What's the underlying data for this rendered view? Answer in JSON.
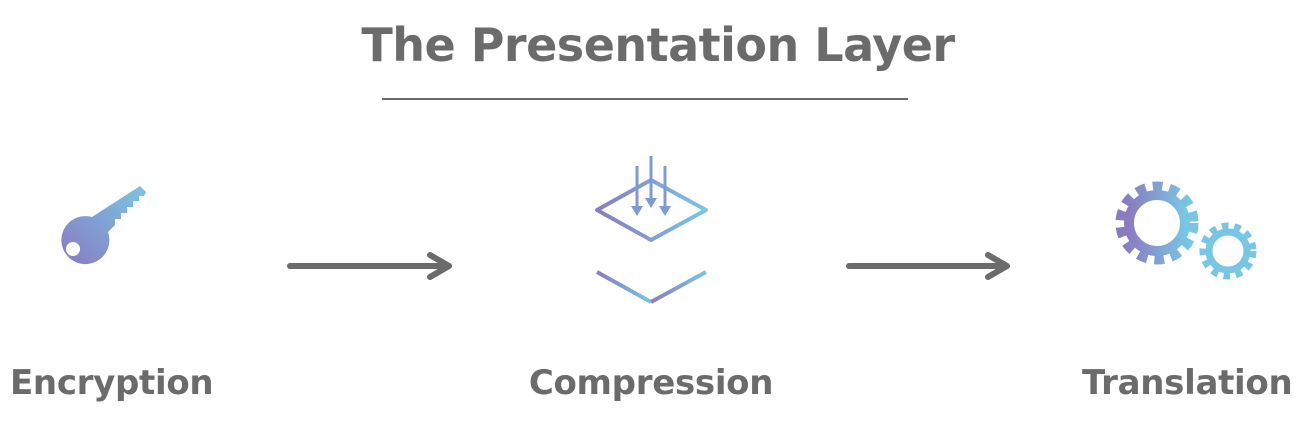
{
  "title": "The Presentation Layer",
  "steps": [
    {
      "label": "Encryption",
      "icon": "key-icon"
    },
    {
      "label": "Compression",
      "icon": "compressed-box-icon"
    },
    {
      "label": "Translation",
      "icon": "gears-icon"
    }
  ],
  "colors": {
    "text": "#6b6b6b",
    "arrow": "#6b6b6b",
    "gradient_start": "#8a7bc1",
    "gradient_end": "#78c6e4"
  }
}
